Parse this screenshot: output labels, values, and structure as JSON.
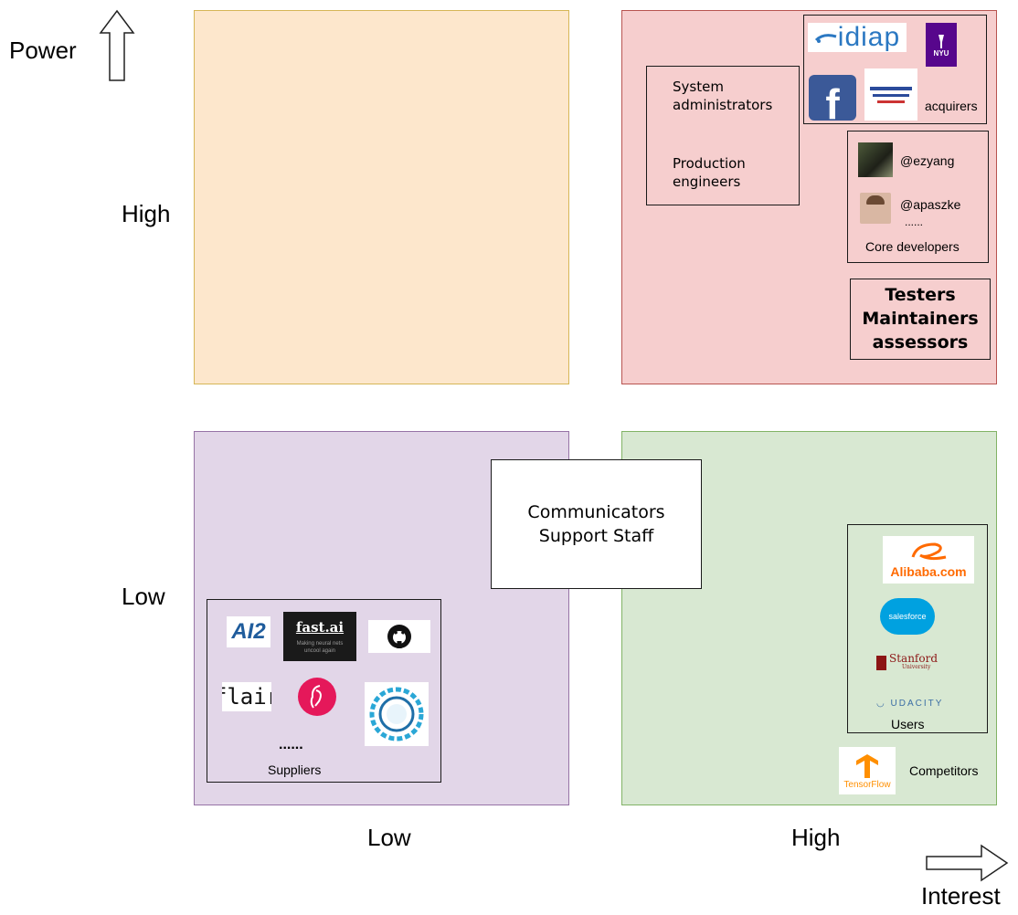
{
  "axes": {
    "y_title": "Power",
    "x_title": "Interest",
    "y_high": "High",
    "y_low": "Low",
    "x_low": "Low",
    "x_high": "High"
  },
  "high_power_high_interest": {
    "acquirers": {
      "label": "acquirers",
      "logos": {
        "idiap": "idiap",
        "nyu": "NYU",
        "facebook": "f"
      }
    },
    "admins_box": {
      "line1a": "System",
      "line1b": "administrators",
      "line2a": "Production",
      "line2b": "engineers"
    },
    "core_devs": {
      "dev1": "@ezyang",
      "dev2": "@apaszke",
      "more": "......",
      "label": "Core developers"
    },
    "testers_box": {
      "line1": "Testers",
      "line2": "Maintainers",
      "line3": "assessors"
    }
  },
  "middle_box": {
    "line1": "Communicators",
    "line2": "Support Staff"
  },
  "low_power_low_interest": {
    "suppliers": {
      "label": "Suppliers",
      "more": "......",
      "logos": {
        "ai2": "AI2",
        "fastai": "fast.ai",
        "fastai_sub": "Making neural nets uncool again",
        "flair": "flair"
      }
    }
  },
  "low_power_high_interest": {
    "users": {
      "label": "Users",
      "logos": {
        "alibaba": "Alibaba.com",
        "salesforce": "salesforce",
        "stanford": "Stanford",
        "stanford_sub": "University",
        "udacity": "UDACITY"
      }
    },
    "competitors": {
      "label": "Competitors",
      "tensorflow": "TensorFlow"
    }
  },
  "colors": {
    "high_low_fill": "#fde7cc",
    "high_high_fill": "#f6cece",
    "low_low_fill": "#e2d6e8",
    "low_high_fill": "#d8e8d2"
  }
}
